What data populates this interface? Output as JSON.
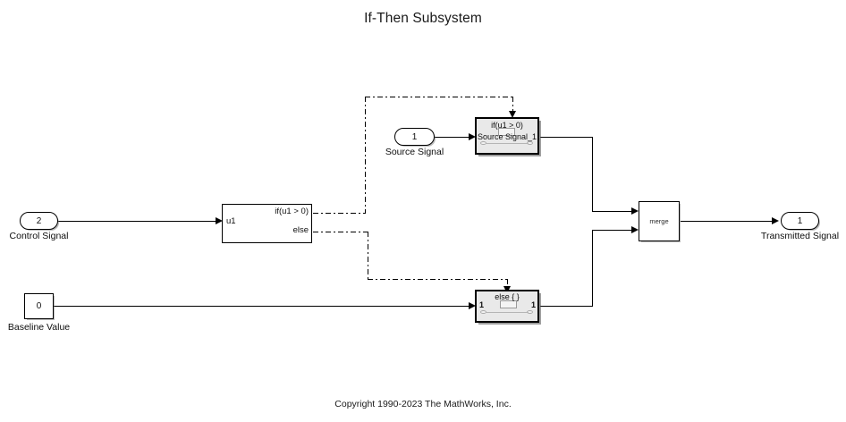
{
  "diagram": {
    "title": "If-Then Subsystem",
    "copyright": "Copyright 1990-2023 The MathWorks, Inc."
  },
  "ports": {
    "source_signal": {
      "number": "1",
      "caption": "Source Signal"
    },
    "control_signal": {
      "number": "2",
      "caption": "Control Signal"
    },
    "transmitted_signal": {
      "number": "1",
      "caption": "Transmitted Signal"
    }
  },
  "constant": {
    "value": "0",
    "caption": "Baseline Value"
  },
  "if_block": {
    "input_label": "u1",
    "outputs": [
      {
        "label": "if(u1 > 0)"
      },
      {
        "label": "else"
      }
    ]
  },
  "if_action_subsystem": {
    "condition_label": "if(u1 > 0)",
    "name_label": "Source Signal_1"
  },
  "else_action_subsystem": {
    "condition_label": "else { }",
    "in_port_label": "1",
    "out_port_label": "1"
  },
  "merge_block": {
    "label": "merge"
  },
  "colors": {
    "background": "#ffffff",
    "line": "#000000",
    "subsystem_fill": "#e9e9e9",
    "text": "#0d0d0d"
  }
}
